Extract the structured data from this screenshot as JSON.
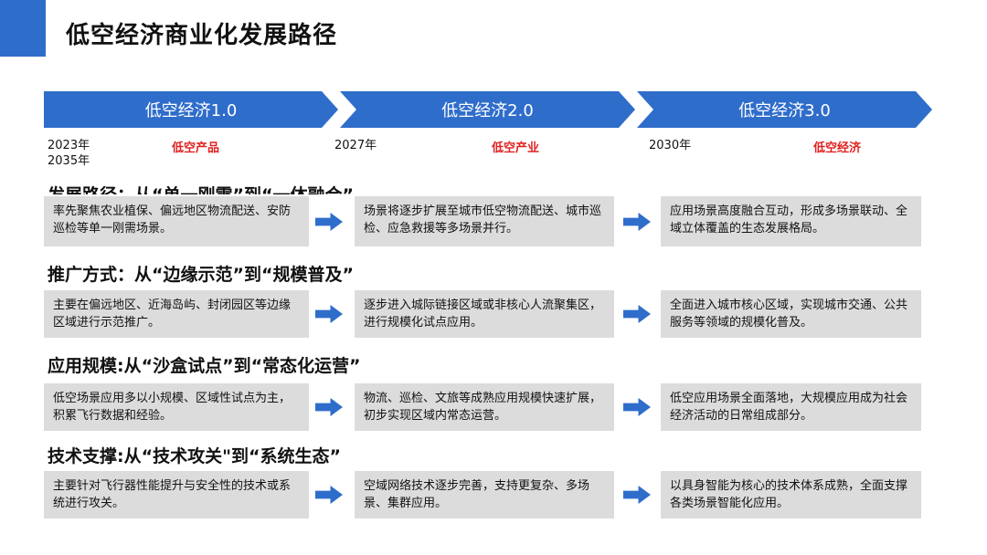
{
  "title": "低空经济商业化发展路径",
  "stages": [
    {
      "label": "低空经济1.0",
      "years": [
        "2023年",
        "2035年"
      ],
      "tag": "低空产品"
    },
    {
      "label": "低空经济2.0",
      "years": [
        "2027年"
      ],
      "tag": "低空产业"
    },
    {
      "label": "低空经济3.0",
      "years": [
        "2030年"
      ],
      "tag": "低空经济"
    }
  ],
  "rows": [
    {
      "heading": "发展路径：从“单一刚需”到“一体融合”",
      "cells": [
        "率先聚焦农业植保、偏远地区物流配送、安防巡检等单一刚需场景。",
        "场景将逐步扩展至城市低空物流配送、城市巡检、应急救援等多场景并行。",
        "应用场景高度融合互动，形成多场景联动、全域立体覆盖的生态发展格局。"
      ]
    },
    {
      "heading": "推广方式：从“边缘示范”到“规模普及”",
      "cells": [
        "主要在偏远地区、近海岛屿、封闭园区等边缘区域进行示范推广。",
        "逐步进入城际链接区域或非核心人流聚集区，进行规模化试点应用。",
        "全面进入城市核心区域，实现城市交通、公共服务等领域的规模化普及。"
      ]
    },
    {
      "heading": "应用规模:从“沙盒试点”到“常态化运营”",
      "cells": [
        "低空场景应用多以小规模、区域性试点为主，积累飞行数据和经验。",
        "物流、巡检、文旅等成熟应用规模快速扩展，初步实现区域内常态运营。",
        "低空应用场景全面落地，大规模应用成为社会经济活动的日常组成部分。"
      ]
    },
    {
      "heading": "技术支撑:从“技术攻关\"到“系统生态”",
      "cells": [
        "主要针对飞行器性能提升与安全性的技术或系统进行攻关。",
        "空域网络技术逐步完善，支持更复杂、多场景、集群应用。",
        "以具身智能为核心的技术体系成熟，全面支撑各类场景智能化应用。"
      ]
    }
  ],
  "colors": {
    "accent": "#2f6dcb",
    "tag": "#e02020",
    "box": "#dcdcdc"
  },
  "icons": {
    "flow_arrow": "right-arrow-icon"
  }
}
